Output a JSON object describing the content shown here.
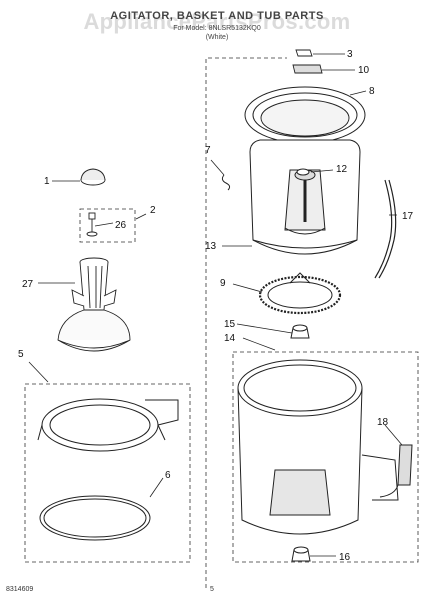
{
  "header": {
    "title": "AGITATOR, BASKET AND TUB PARTS",
    "subtitle_line1": "For Model: 8NLSR5132KQ0",
    "subtitle_line2": "(White)"
  },
  "watermark": "AppliancePartsPros.com",
  "part_labels": [
    "1",
    "2",
    "3",
    "5",
    "6",
    "7",
    "8",
    "9",
    "10",
    "12",
    "13",
    "14",
    "15",
    "16",
    "17",
    "18",
    "26",
    "27"
  ],
  "footer": {
    "doc_number": "8314609",
    "page": "5"
  },
  "colors": {
    "line": "#222222",
    "dashed": "#333333",
    "shade": "#9a9a9a"
  }
}
